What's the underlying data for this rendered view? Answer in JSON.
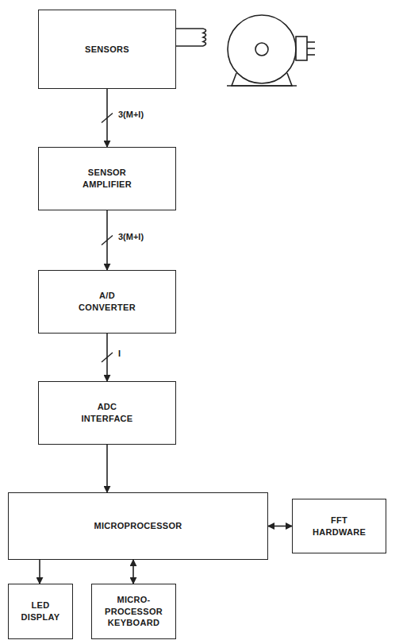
{
  "diagram": {
    "nodes": [
      {
        "text": [
          "SENSORS"
        ]
      },
      {
        "text": [
          "SENSOR AMPLIFIER"
        ]
      },
      {
        "text": [
          "A/D CONVERTER"
        ]
      },
      {
        "text": [
          "ADC INTERFACE"
        ]
      },
      {
        "text": [
          "MICROPROCESSOR"
        ]
      },
      {
        "text": [
          "FFT HARDWARE"
        ]
      },
      {
        "text": [
          "LED DISPLAY"
        ]
      },
      {
        "text": [
          "MICRO-PROCESSOR KEYBOARD"
        ]
      }
    ],
    "edges": [
      {
        "from": 0,
        "to": 1,
        "label": "3(M+I)",
        "arrow": "to"
      },
      {
        "from": 1,
        "to": 2,
        "label": "3(M+I)",
        "arrow": "to"
      },
      {
        "from": 2,
        "to": 3,
        "label": "I",
        "arrow": "to"
      },
      {
        "from": 3,
        "to": 4,
        "arrow": "to"
      },
      {
        "from": 4,
        "to": 5,
        "arrow": "both"
      },
      {
        "from": 4,
        "to": 6,
        "arrow": "to"
      },
      {
        "from": 4,
        "to": 7,
        "arrow": "both"
      }
    ]
  }
}
